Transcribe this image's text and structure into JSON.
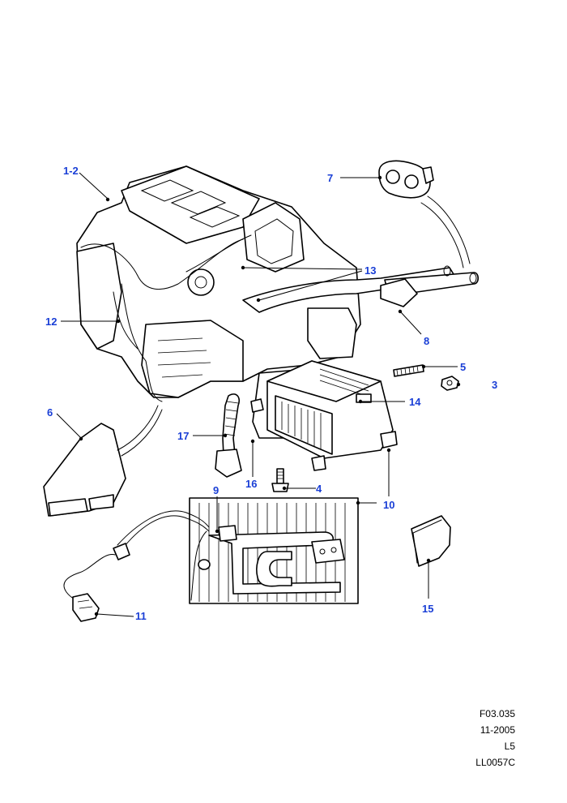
{
  "callouts": {
    "c1": "1-2",
    "c3": "3",
    "c4": "4",
    "c5": "5",
    "c6": "6",
    "c7": "7",
    "c8": "8",
    "c9": "9",
    "c10": "10",
    "c11": "11",
    "c12": "12",
    "c13": "13",
    "c14": "14",
    "c15": "15",
    "c16": "16",
    "c17": "17"
  },
  "reference": {
    "figure": "F03.035",
    "date": "11-2005",
    "model": "L5",
    "code": "LL0057C"
  },
  "colors": {
    "callout": "#1a3fd6",
    "line": "#000000"
  }
}
